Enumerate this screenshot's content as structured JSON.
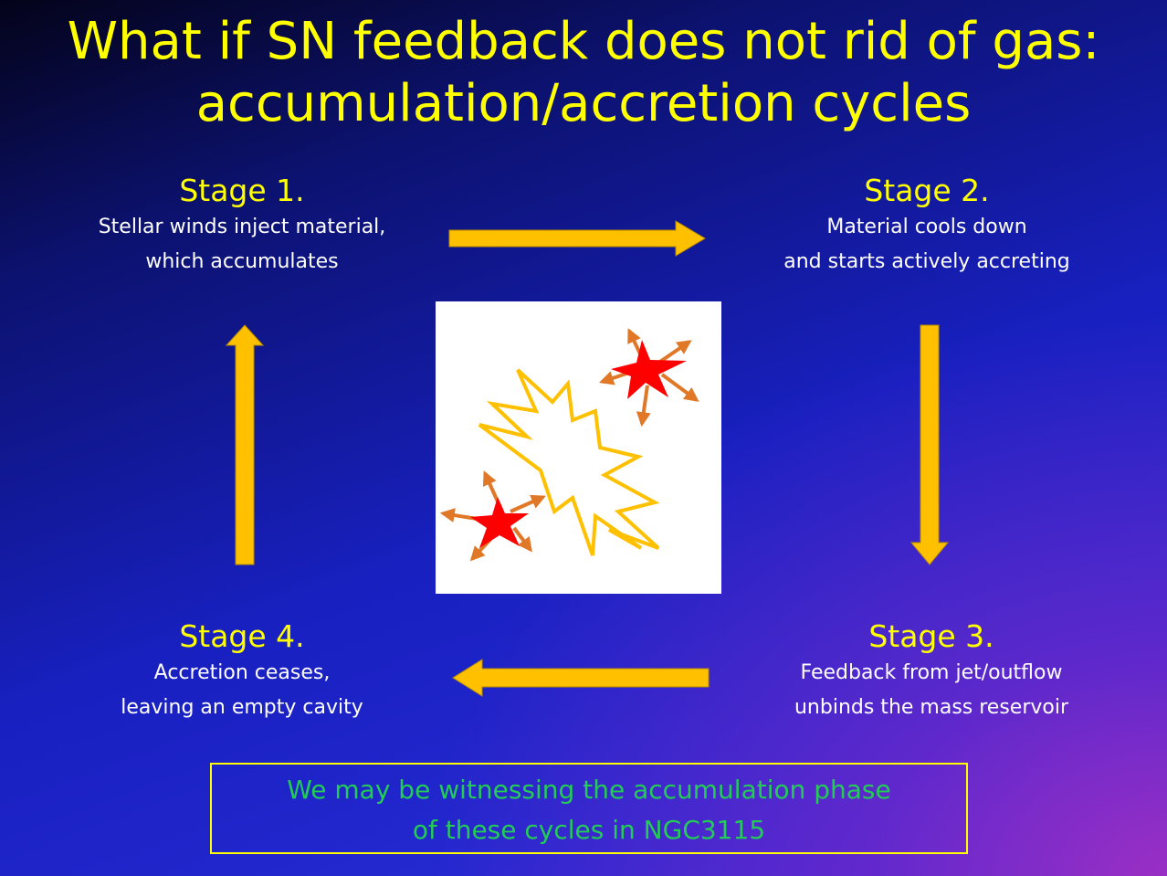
{
  "title": {
    "line1": "What if SN feedback does not rid of gas:",
    "line2": "accumulation/accretion cycles"
  },
  "stages": {
    "s1": {
      "head": "Stage 1.",
      "line1": "Stellar winds inject material,",
      "line2": "which accumulates"
    },
    "s2": {
      "head": "Stage 2.",
      "line1": "Material cools down",
      "line2": "and starts actively accreting"
    },
    "s3": {
      "head": "Stage 3.",
      "line1": "Feedback from jet/outflow",
      "line2": "unbinds the mass reservoir"
    },
    "s4": {
      "head": "Stage 4.",
      "line1": "Accretion ceases,",
      "line2": "leaving an empty cavity"
    }
  },
  "footer": {
    "line1": "We may be witnessing the accumulation phase",
    "line2": "of these cycles in NGC3115"
  },
  "colors": {
    "title": "#ffff00",
    "arrow": "#ffc000",
    "star": "#ff0000",
    "star_arrow": "#e07828",
    "explosion": "#ffc000",
    "footer_text": "#22cc55"
  }
}
